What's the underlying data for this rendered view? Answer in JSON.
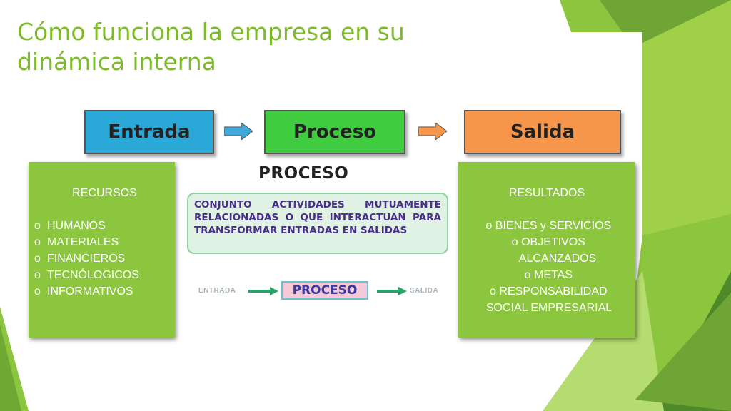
{
  "slide": {
    "title": "Cómo funciona la empresa en su dinámica interna"
  },
  "flow": {
    "input_label": "Entrada",
    "process_label": "Proceso",
    "output_label": "Salida"
  },
  "left_panel": {
    "heading": "RECURSOS",
    "bullet_marker": "o",
    "items": [
      "HUMANOS",
      "MATERIALES",
      "FINANCIEROS",
      "TECNÓLOGICOS",
      "INFORMATIVOS"
    ]
  },
  "center": {
    "heading": "PROCESO",
    "definition": "CONJUNTO ACTIVIDADES MUTUAMENTE RELACIONADAS O QUE INTERACTUAN PARA TRANSFORMAR ENTRADAS EN SALIDAS",
    "mini_flow": {
      "input": "ENTRADA",
      "process": "PROCESO",
      "output": "SALIDA"
    }
  },
  "right_panel": {
    "heading": "RESULTADOS",
    "bullet_marker": "o",
    "items": [
      {
        "marker": "o",
        "line1": "BIENES y SERVICIOS",
        "line2": ""
      },
      {
        "marker": "o",
        "line1": "OBJETIVOS",
        "line2": "ALCANZADOS"
      },
      {
        "marker": "o",
        "line1": "METAS",
        "line2": ""
      },
      {
        "marker": "o",
        "line1": "RESPONSABILIDAD",
        "line2": "SOCIAL EMPRESARIAL"
      }
    ]
  },
  "colors": {
    "accent_green": "#8cc63f",
    "title_green": "#7dbb28",
    "entrada_blue": "#2aa8d8",
    "proceso_green": "#3fcc3f",
    "salida_orange": "#f7954a",
    "definition_text": "#4a2f8a"
  }
}
